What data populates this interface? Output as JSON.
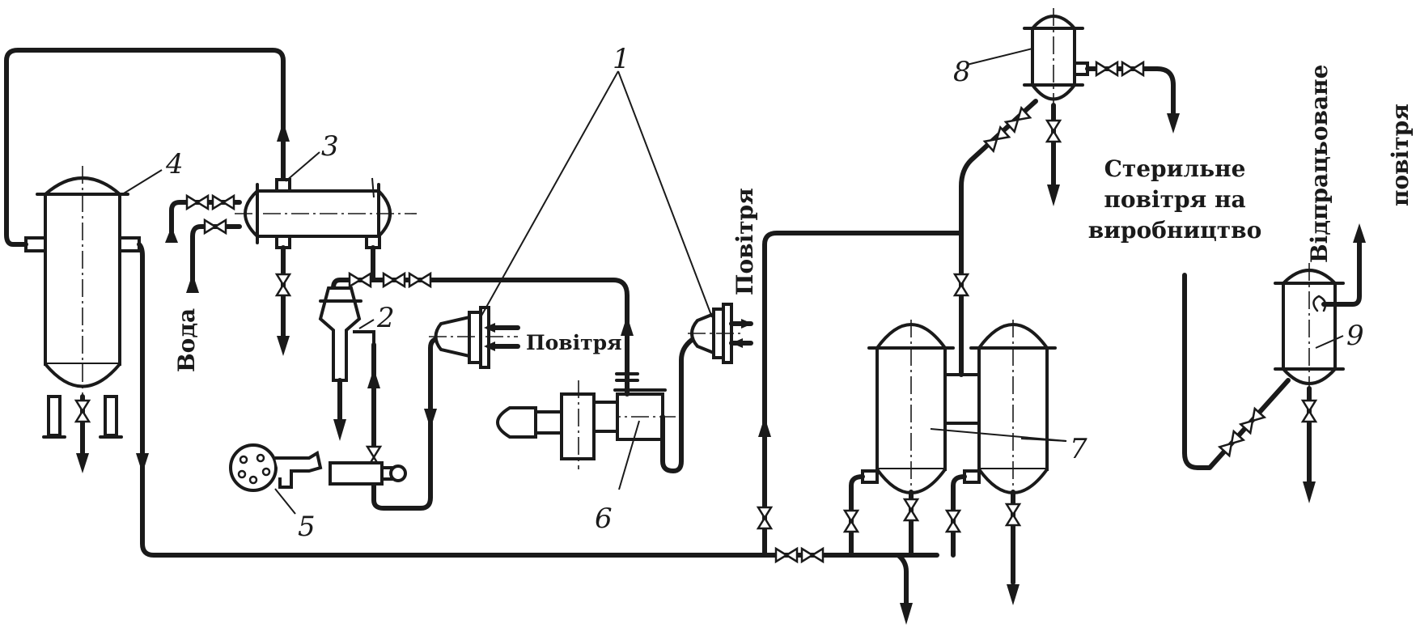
{
  "labels": {
    "water": "Вода",
    "air_filter": "Повітря",
    "air_inlet": "Повітря",
    "sterile_line1": "Стерильне",
    "sterile_line2": "повітря на",
    "sterile_line3": "виробництво",
    "exhaust_line1": "Відпрацьоване",
    "exhaust_line2": "повітря"
  },
  "numbers": {
    "n1": "1",
    "n2": "2",
    "n3": "3",
    "n4": "4",
    "n5": "5",
    "n6": "6",
    "n7": "7",
    "n8": "8",
    "n9": "9"
  }
}
